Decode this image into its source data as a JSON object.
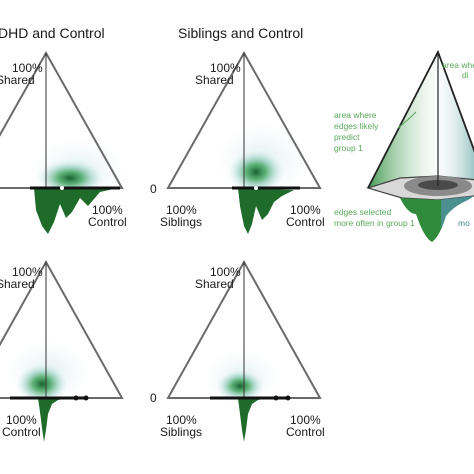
{
  "titles": {
    "left": "DHD and Control",
    "middle": "Siblings and Control"
  },
  "labels": {
    "shared_pct": "100%",
    "shared": "Shared",
    "control_pct": "100%",
    "control": "Control",
    "siblings_pct": "100%",
    "siblings": "Siblings",
    "zero": "0"
  },
  "legend": {
    "top_line1": "area whe",
    "top_line2": "di",
    "left_line1": "area where",
    "left_line2": "edges likely",
    "left_line3": "predict",
    "left_line4": "group 1",
    "bottom_line1": "edges selected",
    "bottom_line2": "more often in group 1",
    "right_partial": "mo"
  },
  "colors": {
    "dark_green": "#1f6b2a",
    "density_green": "#2e9b4e",
    "teal": "#9cd0d0",
    "outline": "#6a6a6a"
  }
}
